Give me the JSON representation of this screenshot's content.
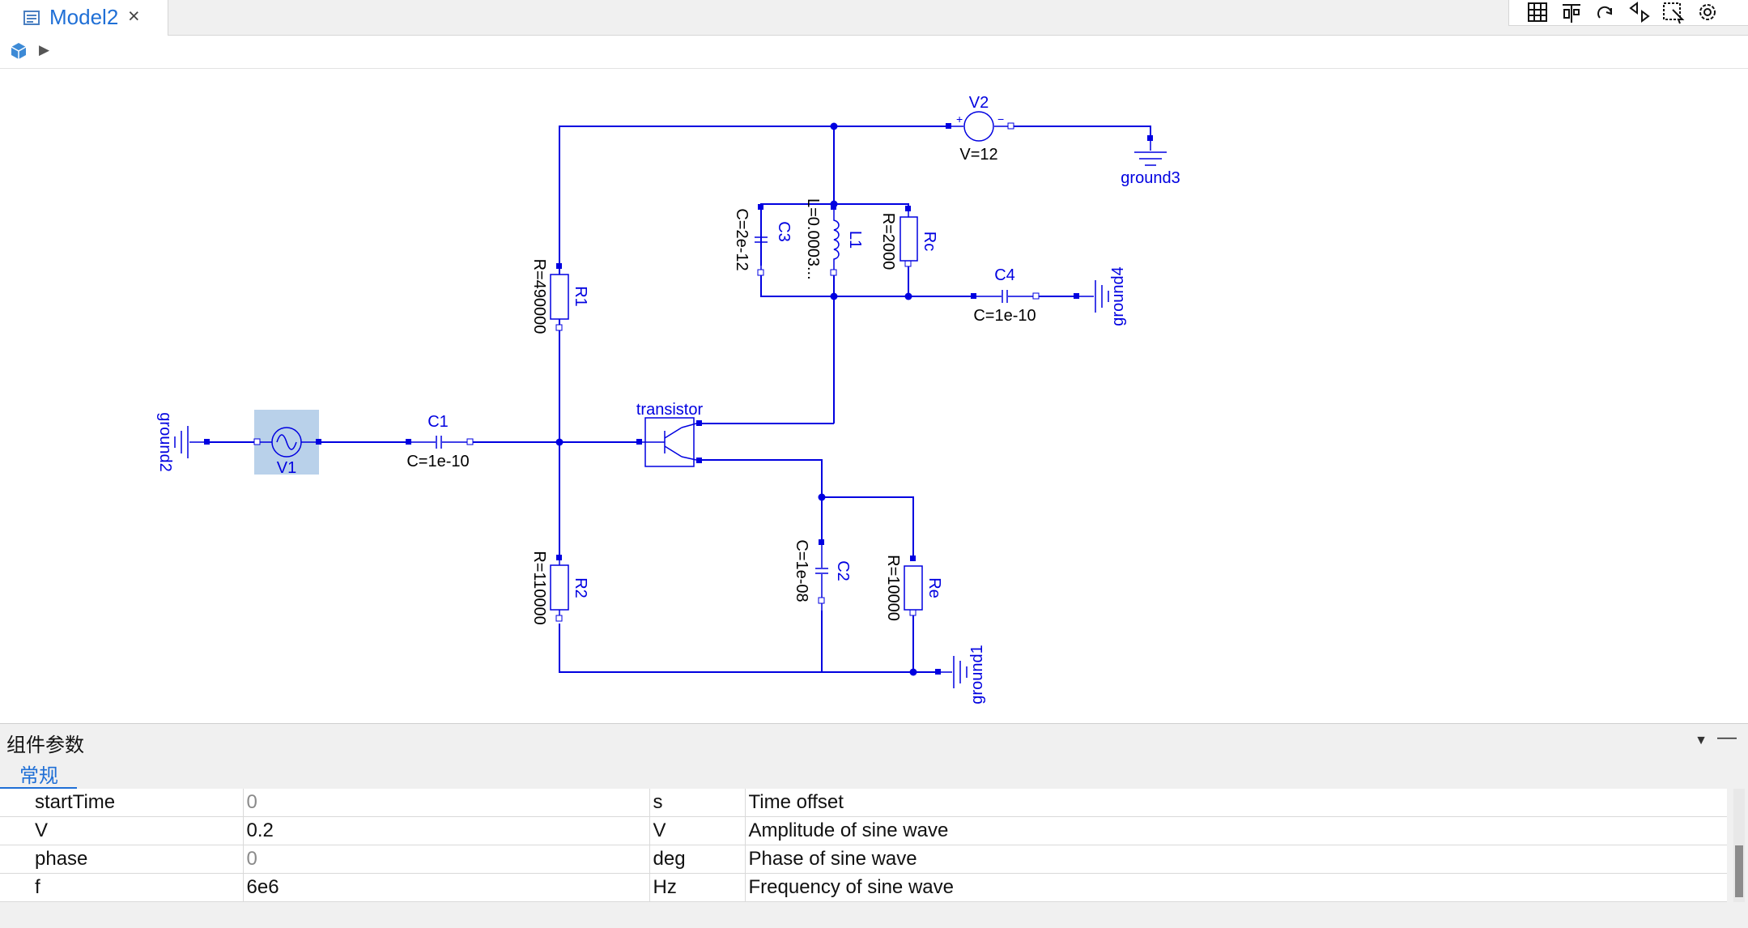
{
  "tab": {
    "title": "Model2",
    "close": "×"
  },
  "colors": {
    "wire": "#0000e0",
    "accent": "#1f6fd6",
    "selection": "#b9d1ea"
  },
  "diagram": {
    "components": {
      "V2": {
        "name": "V2",
        "param": "V=12"
      },
      "ground3": {
        "name": "ground3"
      },
      "C3": {
        "name": "C3",
        "param": "C=2e-12"
      },
      "L1": {
        "name": "L1",
        "param": "L=0.0003..."
      },
      "Rc": {
        "name": "Rc",
        "param": "R=2000"
      },
      "C4": {
        "name": "C4",
        "param": "C=1e-10"
      },
      "ground4": {
        "name": "ground4"
      },
      "R1": {
        "name": "R1",
        "param": "R=490000"
      },
      "ground2": {
        "name": "ground2"
      },
      "V1": {
        "name": "V1"
      },
      "C1": {
        "name": "C1",
        "param": "C=1e-10"
      },
      "transistor": {
        "name": "transistor"
      },
      "R2": {
        "name": "R2",
        "param": "R=110000"
      },
      "C2": {
        "name": "C2",
        "param": "C=1e-08"
      },
      "Re": {
        "name": "Re",
        "param": "R=10000"
      },
      "ground1": {
        "name": "ground1"
      }
    }
  },
  "panel": {
    "title": "组件参数",
    "tab_general": "常规",
    "params": [
      {
        "name": "startTime",
        "value": "0",
        "unit": "s",
        "description": "Time offset",
        "default": true
      },
      {
        "name": "V",
        "value": "0.2",
        "unit": "V",
        "description": "Amplitude of sine wave",
        "default": false
      },
      {
        "name": "phase",
        "value": "0",
        "unit": "deg",
        "description": "Phase of sine wave",
        "default": true
      },
      {
        "name": "f",
        "value": "6e6",
        "unit": "Hz",
        "description": "Frequency of sine wave",
        "default": false
      }
    ]
  }
}
